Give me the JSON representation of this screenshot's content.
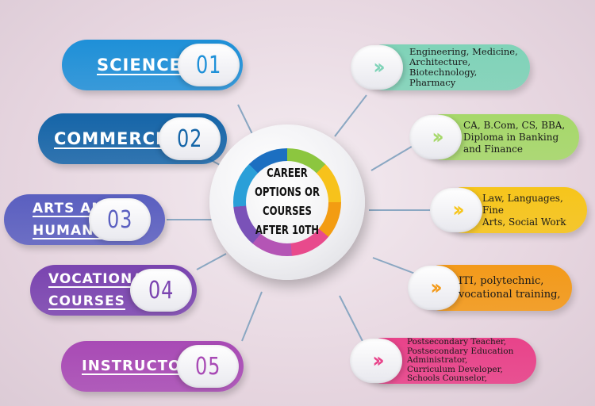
{
  "center": {
    "title_lines": [
      "CAREER",
      "OPTIONS OR",
      "COURSES",
      "AFTER 10TH"
    ]
  },
  "streams": [
    {
      "label_lines": [
        "SCIENCE"
      ],
      "number": "01",
      "color": "#1e90d8"
    },
    {
      "label_lines": [
        "COMMERCE"
      ],
      "number": "02",
      "color": "#1565a8"
    },
    {
      "label_lines": [
        "ARTS AND",
        "HUMANITIES"
      ],
      "number": "03",
      "color": "#5a5fc0"
    },
    {
      "label_lines": [
        "VOCATIONAL",
        "COURSES"
      ],
      "number": "04",
      "color": "#7a44b0"
    },
    {
      "label_lines": [
        "INSTRUCTOR"
      ],
      "number": "05",
      "color": "#a84ab5"
    }
  ],
  "outcomes": [
    {
      "lines": [
        "Engineering, Medicine,",
        "Architecture,",
        "Biotechnology,",
        "Pharmacy"
      ],
      "color": "#7fd3b8"
    },
    {
      "lines": [
        "CA, B.Com, CS, BBA,",
        "Diploma in Banking",
        "and Finance"
      ],
      "color": "#a6d86a"
    },
    {
      "lines": [
        "Law, Languages, Fine",
        "Arts, Social Work"
      ],
      "color": "#f6c51b"
    },
    {
      "lines": [
        "ITI, polytechnic,",
        "vocational training,"
      ],
      "color": "#f39a1a"
    },
    {
      "lines": [
        "Postsecondary Teacher,",
        "Postsecondary Education",
        "Administrator,",
        "Curriculum Developer,",
        "Schools Counselor,"
      ],
      "color": "#e8438a"
    }
  ],
  "arrow_glyph": "››",
  "colors": {
    "connector": "#8aa7c2"
  }
}
